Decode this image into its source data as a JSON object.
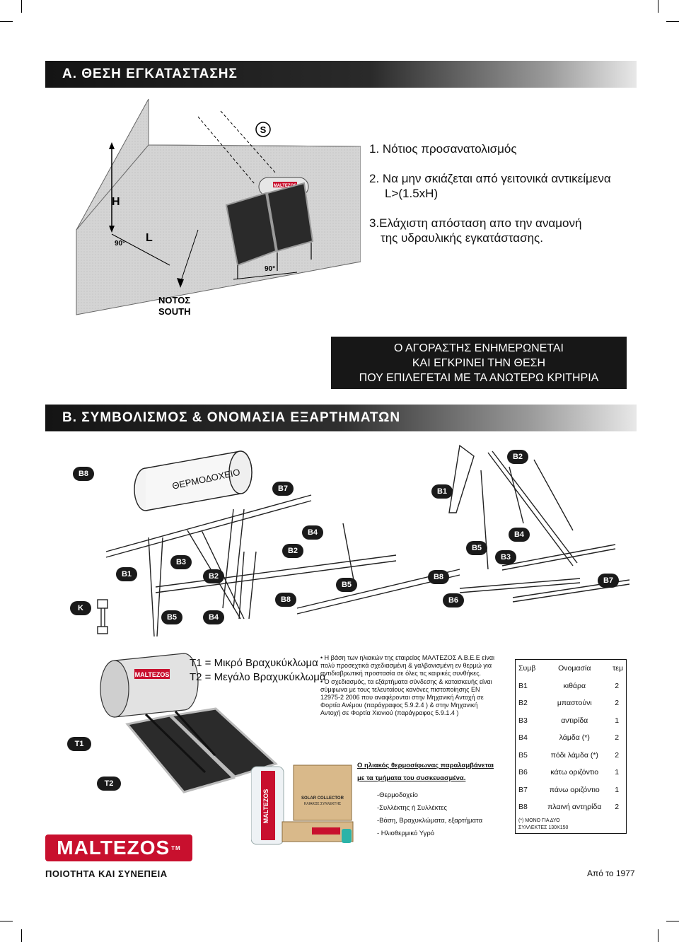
{
  "sectionA": {
    "title": "Α. ΘΕΣΗ ΕΓΚΑΤΑΣΤΑΣΗΣ",
    "diagram_labels": {
      "h": "H",
      "l": "L",
      "angle1": "90°",
      "angle2": "90°",
      "notos": "ΝΟΤΟΣ",
      "south": "SOUTH",
      "brand": "MALTEZOS"
    },
    "steps": [
      "1.  Νότιος προσανατολισμός",
      "2.  Να μην σκιάζεται από γειτονικά αντικείμενα",
      "L>(1.5xH)",
      "3.Ελάχιστη απόσταση απο την αναμονή",
      "της υδραυλικής εγκατάστασης."
    ],
    "notice": [
      "Ο ΑΓΟΡΑΣΤΗΣ ΕΝΗΜΕΡΩΝΕΤΑΙ",
      "ΚΑΙ ΕΓΚΡΙΝΕΙ ΤΗΝ ΘΕΣΗ",
      "ΠΟΥ ΕΠΙΛΕΓΕΤΑΙ ΜΕ ΤΑ  ΑΝΩΤΕΡΩ ΚΡΙΤΗΡΙΑ"
    ]
  },
  "sectionB": {
    "title": "Β. ΣΥΜΒΟΛΙΣΜΟΣ & ΟΝΟΜΑΣΙΑ ΕΞΑΡΤΗΜΑΤΩΝ",
    "tank_label": "ΘΕΡΜΟΔΟΧΕΙΟ",
    "badges": [
      "B8",
      "B7",
      "B1",
      "B2",
      "B4",
      "B1",
      "B3",
      "B2",
      "B2",
      "B4",
      "B5",
      "B3",
      "B5",
      "B8",
      "B7",
      "B8",
      "B6",
      "K",
      "B5",
      "B4",
      "T1",
      "T2"
    ]
  },
  "tubes": {
    "t1": "T1 = Μικρό Βραχυκύκλωμα",
    "t2": "T2 = Μεγάλο Βραχυκύκλωμα"
  },
  "bullets": [
    "• Η βάση των ηλιακών της εταιρείας ΜΑΛΤΕΖΟΣ Α.Β.Ε.Ε είναι πολύ προσεχτικά σχεδιασμένη & γαλβανισμένη εν θερμώ για αντιδιαβρωτική προστασία σε όλες τις καιρικές συνθήκες.",
    "• Ο σχεδιασμός, τα εξάρτήματα σύνδεσης & κατασκευής είναι σύμφωνα με τους τελευταίους κανόνες πιστοποίησης ΕΝ    12975-2  2006 που αναφέρονται στην Μηχανική Αντοχή σε Φορτία Ανέμου (παράγραφος 5.9.2.4 ) & στην Μηχανική Αντοχή σε Φορτία Χιονιού      (παράγραφος 5.9.1.4 )"
  ],
  "components": {
    "heading1": "Ο ηλιακός θερμοσίφωνας παραλαμβάνεται",
    "heading2": "με τα τμήματα του συσκευασμένα.",
    "items": [
      "-Θερμοδοχείο",
      "-Συλλέκτης ή Συλλέκτες",
      "-Βάση, Βραχυκλώματα, εξαρτήματα",
      "- Ηλιοθερμικό Υγρό"
    ],
    "box_labels": {
      "brand": "MALTEZOS",
      "collector": "SOLAR COLLECTOR",
      "collector_sub": "ΗΛΙΑΚΟΣ ΣΥΛΛΕΚΤΗΣ"
    }
  },
  "parts_table": {
    "headers": [
      "Συμβ",
      "Ονομασία",
      "τεμ"
    ],
    "rows": [
      [
        "B1",
        "κιθάρα",
        "2"
      ],
      [
        "B2",
        "μπαστούνι",
        "2"
      ],
      [
        "B3",
        "αντιρίδα",
        "1"
      ],
      [
        "B4",
        "λάμδα (*)",
        "2"
      ],
      [
        "B5",
        "πόδι λάμδα (*)",
        "2"
      ],
      [
        "B6",
        "κάτω οριζόντιο",
        "1"
      ],
      [
        "B7",
        "πάνω οριζόντιο",
        "1"
      ],
      [
        "B8",
        "πλαινή αντηρίδα",
        "2"
      ]
    ],
    "note1": "(*) ΜΟΝΟ ΓΙΑ ΔΥΟ",
    "note2": "ΣΥΛΛΕΚΤΕΣ 130Χ150"
  },
  "footer": {
    "logo": "MALTEZOS",
    "logo_mark": "TM",
    "tagline": "ΠΟΙΟΤΗΤΑ ΚΑΙ ΣΥΝΕΠΕΙΑ",
    "since": "Από το 1977"
  },
  "colors": {
    "brand_red": "#c8102e",
    "bar_dark": "#141414"
  }
}
